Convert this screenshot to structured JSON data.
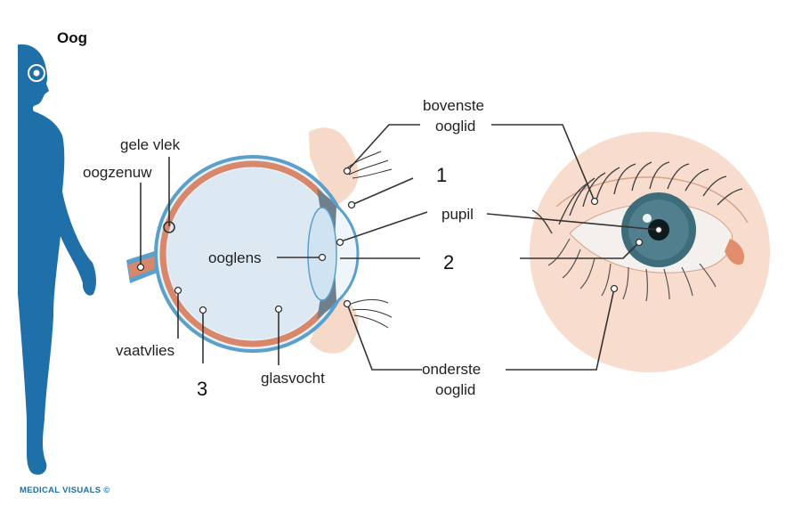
{
  "title": "Oog",
  "credit": "MEDICAL VISUALS ©",
  "labels": {
    "gele_vlek": "gele vlek",
    "oogzenuw": "oogzenuw",
    "ooglens": "ooglens",
    "vaatvlies": "vaatvlies",
    "glasvocht": "glasvocht",
    "bovenste_ooglid_1": "bovenste",
    "bovenste_ooglid_2": "ooglid",
    "pupil": "pupil",
    "onderste_ooglid_1": "onderste",
    "onderste_ooglid_2": "ooglid"
  },
  "numbers": {
    "n1": "1",
    "n2": "2",
    "n3": "3"
  },
  "colors": {
    "body_silhouette": "#1f6fa8",
    "sclera_outline": "#5b9fcb",
    "choroid": "#d9876a",
    "eyeball_fill": "#dce9f3",
    "skin_circle": "#f8dccd",
    "iris": "#3d6c7a"
  }
}
